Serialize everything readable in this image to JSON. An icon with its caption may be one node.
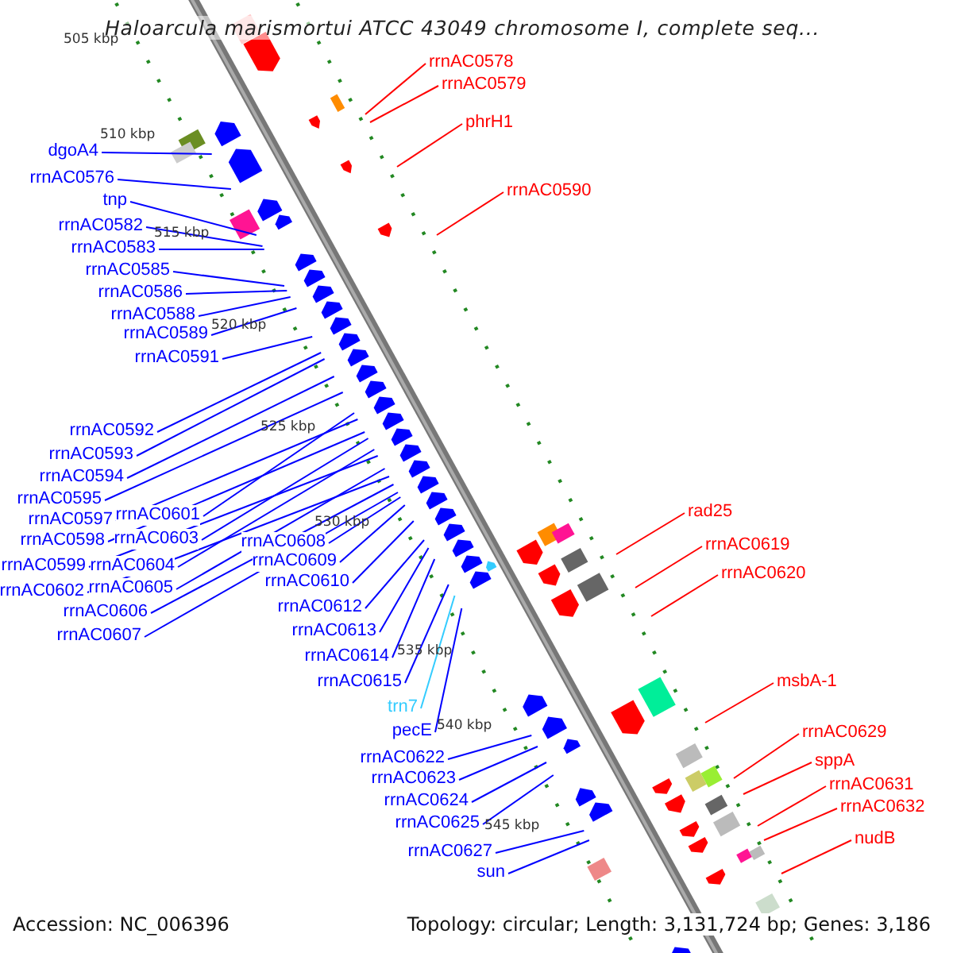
{
  "diagram": {
    "title": "Haloarcula marismortui ATCC 43049 chromosome I, complete seq...",
    "nodes": [
      {
        "text": [
          "rrnAC0578"
        ]
      },
      {
        "text": [
          "rrnAC0579"
        ]
      },
      {
        "text": [
          "phrH1"
        ]
      },
      {
        "text": [
          "dgoA4"
        ]
      },
      {
        "text": [
          "rrnAC0576"
        ]
      },
      {
        "text": [
          "rrnAC0590"
        ]
      },
      {
        "text": [
          "tnp"
        ]
      },
      {
        "text": [
          "rrnAC0582"
        ]
      },
      {
        "text": [
          "rrnAC0583"
        ]
      },
      {
        "text": [
          "rrnAC0585"
        ]
      },
      {
        "text": [
          "rrnAC0586"
        ]
      },
      {
        "text": [
          "rrnAC0588"
        ]
      },
      {
        "text": [
          "rrnAC0589"
        ]
      },
      {
        "text": [
          "rrnAC0591"
        ]
      },
      {
        "text": [
          "rrnAC0592"
        ]
      },
      {
        "text": [
          "rrnAC0593"
        ]
      },
      {
        "text": [
          "rrnAC0594"
        ]
      },
      {
        "text": [
          "rrnAC0595"
        ]
      },
      {
        "text": [
          "rad25"
        ]
      },
      {
        "text": [
          "rrnAC0597"
        ]
      },
      {
        "text": [
          "rrnAC0601"
        ]
      },
      {
        "text": [
          "rrnAC0598"
        ]
      },
      {
        "text": [
          "rrnAC0603"
        ]
      },
      {
        "text": [
          "rrnAC0608"
        ]
      },
      {
        "text": [
          "rrnAC0619"
        ]
      },
      {
        "text": [
          "rrnAC0609"
        ]
      },
      {
        "text": [
          "rrnAC0599"
        ]
      },
      {
        "text": [
          "rrnAC0604"
        ]
      },
      {
        "text": [
          "rrnAC0620"
        ]
      },
      {
        "text": [
          "rrnAC0610"
        ]
      },
      {
        "text": [
          "rrnAC0602"
        ]
      },
      {
        "text": [
          "rrnAC0605"
        ]
      },
      {
        "text": [
          "rrnAC0612"
        ]
      },
      {
        "text": [
          "rrnAC0606"
        ]
      },
      {
        "text": [
          "rrnAC0613"
        ]
      },
      {
        "text": [
          "rrnAC0607"
        ]
      },
      {
        "text": [
          "rrnAC0614"
        ]
      },
      {
        "text": [
          "rrnAC0615"
        ]
      },
      {
        "text": [
          "msbA-1"
        ]
      },
      {
        "text": [
          "trn7"
        ]
      },
      {
        "text": [
          "pecE"
        ]
      },
      {
        "text": [
          "rrnAC0629"
        ]
      },
      {
        "text": [
          "rrnAC0622"
        ]
      },
      {
        "text": [
          "sppA"
        ]
      },
      {
        "text": [
          "rrnAC0623"
        ]
      },
      {
        "text": [
          "rrnAC0631"
        ]
      },
      {
        "text": [
          "rrnAC0624"
        ]
      },
      {
        "text": [
          "rrnAC0632"
        ]
      },
      {
        "text": [
          "rrnAC0625"
        ]
      },
      {
        "text": [
          "nudB"
        ]
      },
      {
        "text": [
          "rrnAC0627"
        ]
      },
      {
        "text": [
          "sun"
        ]
      }
    ],
    "edges": [
      {
        "from": 0,
        "to": null,
        "arrow": "none",
        "color": "#ff0000"
      },
      {
        "from": 1,
        "to": null,
        "arrow": "none",
        "color": "#ff0000"
      },
      {
        "from": 2,
        "to": null,
        "arrow": "none",
        "color": "#ff0000"
      },
      {
        "from": 3,
        "to": null,
        "arrow": "none"
      },
      {
        "from": 4,
        "to": null,
        "arrow": "none"
      },
      {
        "from": 5,
        "to": null,
        "arrow": "none",
        "color": "#ff0000"
      },
      {
        "from": 6,
        "to": null,
        "arrow": "none"
      },
      {
        "from": 7,
        "to": null,
        "arrow": "none"
      },
      {
        "from": 8,
        "to": null,
        "arrow": "none"
      },
      {
        "from": 9,
        "to": null,
        "arrow": "none"
      },
      {
        "from": 10,
        "to": null,
        "arrow": "none"
      },
      {
        "from": 11,
        "to": null,
        "arrow": "none"
      },
      {
        "from": 12,
        "to": null,
        "arrow": "none"
      },
      {
        "from": 13,
        "to": null,
        "arrow": "none"
      },
      {
        "from": 14,
        "to": null,
        "arrow": "none"
      },
      {
        "from": 15,
        "to": null,
        "arrow": "none"
      },
      {
        "from": 16,
        "to": null,
        "arrow": "none"
      },
      {
        "from": 17,
        "to": null,
        "arrow": "none"
      },
      {
        "from": 18,
        "to": null,
        "arrow": "none",
        "color": "#ff0000"
      },
      {
        "from": 19,
        "to": null,
        "arrow": "none"
      },
      {
        "from": 20,
        "to": null,
        "arrow": "none"
      },
      {
        "from": 21,
        "to": null,
        "arrow": "none"
      },
      {
        "from": 22,
        "to": null,
        "arrow": "none"
      },
      {
        "from": 23,
        "to": null,
        "arrow": "none"
      },
      {
        "from": 24,
        "to": null,
        "arrow": "none",
        "color": "#ff0000"
      },
      {
        "from": 25,
        "to": null,
        "arrow": "none"
      },
      {
        "from": 26,
        "to": null,
        "arrow": "none"
      },
      {
        "from": 27,
        "to": null,
        "arrow": "none"
      },
      {
        "from": 28,
        "to": null,
        "arrow": "none",
        "color": "#ff0000"
      },
      {
        "from": 29,
        "to": null,
        "arrow": "none"
      },
      {
        "from": 30,
        "to": null,
        "arrow": "none"
      },
      {
        "from": 31,
        "to": null,
        "arrow": "none"
      },
      {
        "from": 32,
        "to": null,
        "arrow": "none"
      },
      {
        "from": 33,
        "to": null,
        "arrow": "none"
      },
      {
        "from": 34,
        "to": null,
        "arrow": "none"
      },
      {
        "from": 35,
        "to": null,
        "arrow": "none"
      },
      {
        "from": 36,
        "to": null,
        "arrow": "none"
      },
      {
        "from": 37,
        "to": null,
        "arrow": "none"
      },
      {
        "from": 38,
        "to": null,
        "arrow": "none",
        "color": "#ff0000"
      },
      {
        "from": 39,
        "to": null,
        "arrow": "none",
        "color": "#33ccff"
      },
      {
        "from": 40,
        "to": null,
        "arrow": "none"
      },
      {
        "from": 41,
        "to": null,
        "arrow": "none",
        "color": "#ff0000"
      },
      {
        "from": 42,
        "to": null,
        "arrow": "none"
      },
      {
        "from": 43,
        "to": null,
        "arrow": "none",
        "color": "#ff0000"
      },
      {
        "from": 44,
        "to": null,
        "arrow": "none"
      },
      {
        "from": 45,
        "to": null,
        "arrow": "none",
        "color": "#ff0000"
      },
      {
        "from": 46,
        "to": null,
        "arrow": "none"
      },
      {
        "from": 47,
        "to": null,
        "arrow": "none",
        "color": "#ff0000"
      },
      {
        "from": 48,
        "to": null,
        "arrow": "none"
      },
      {
        "from": 49,
        "to": null,
        "arrow": "none",
        "color": "#ff0000"
      },
      {
        "from": 50,
        "to": null,
        "arrow": "none"
      },
      {
        "from": 51,
        "to": null,
        "arrow": "none"
      }
    ],
    "labels": [
      "505 kbp",
      "510 kbp",
      "515 kbp",
      "520 kbp",
      "525 kbp",
      "530 kbp",
      "535 kbp",
      "540 kbp",
      "545 kbp",
      "Accession: NC_006396",
      "Topology: circular; Length: 3,131,724 bp; Genes: 3,186"
    ]
  }
}
